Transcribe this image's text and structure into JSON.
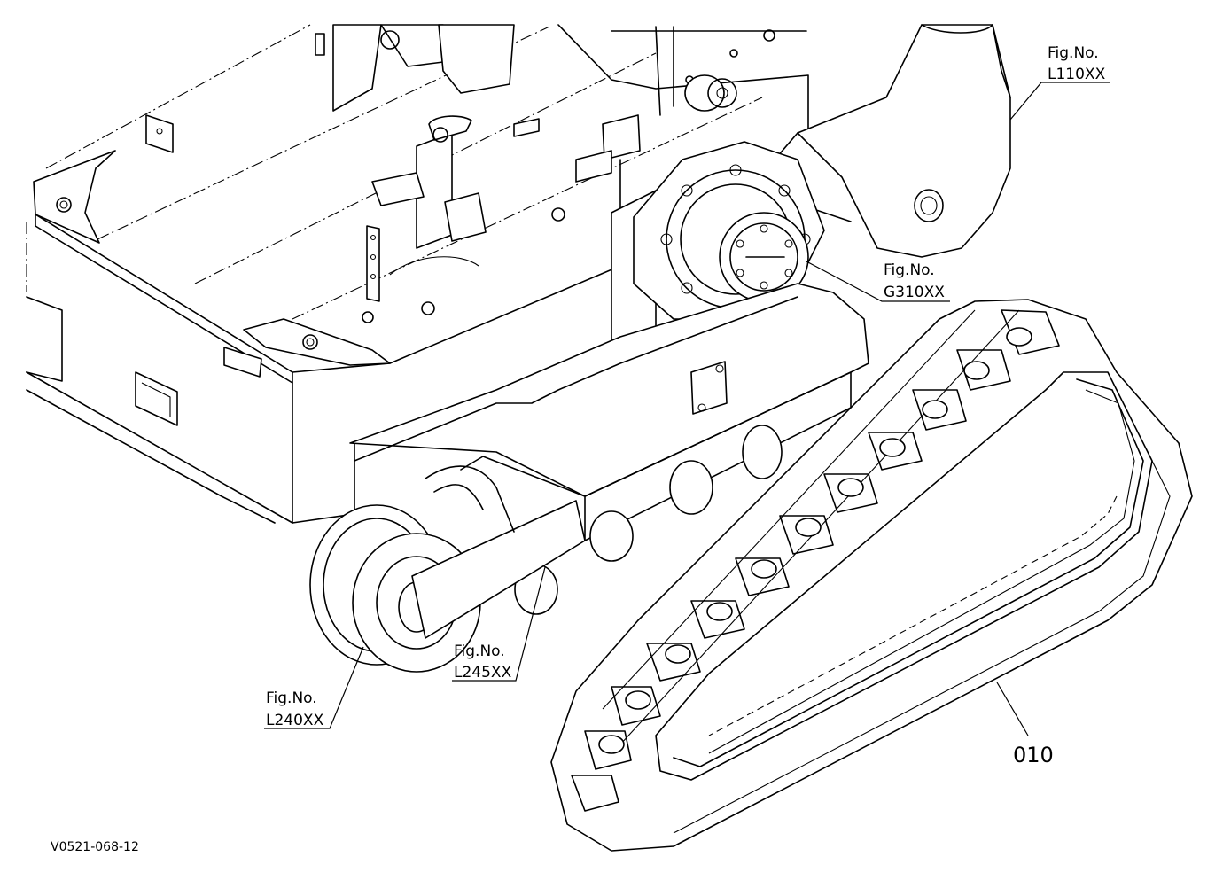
{
  "callouts": [
    {
      "line1": "Fig.No.",
      "line2": "L110XX"
    },
    {
      "line1": "Fig.No.",
      "line2": "G310XX"
    },
    {
      "line1": "Fig.No.",
      "line2": "L245XX"
    },
    {
      "line1": "Fig.No.",
      "line2": "L240XX"
    }
  ],
  "part_number": "010",
  "drawing_code": "V0521-068-12"
}
